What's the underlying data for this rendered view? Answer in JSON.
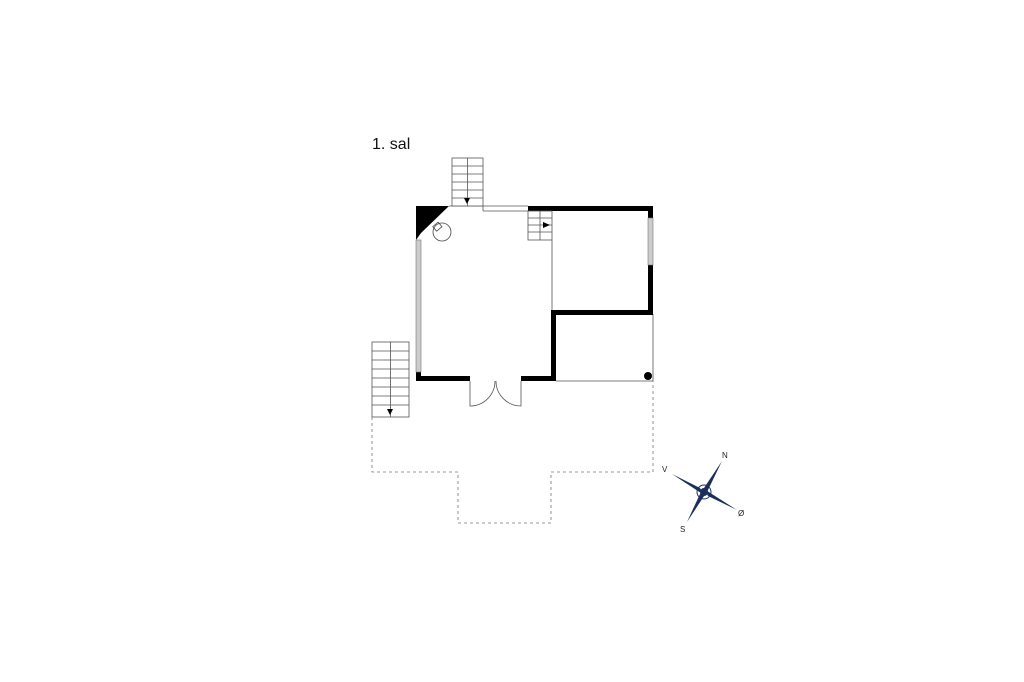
{
  "floor_label": "1. sal",
  "compass": {
    "north": "N",
    "south": "S",
    "west": "V",
    "east": "Ø",
    "color": "#1c2f5a"
  }
}
